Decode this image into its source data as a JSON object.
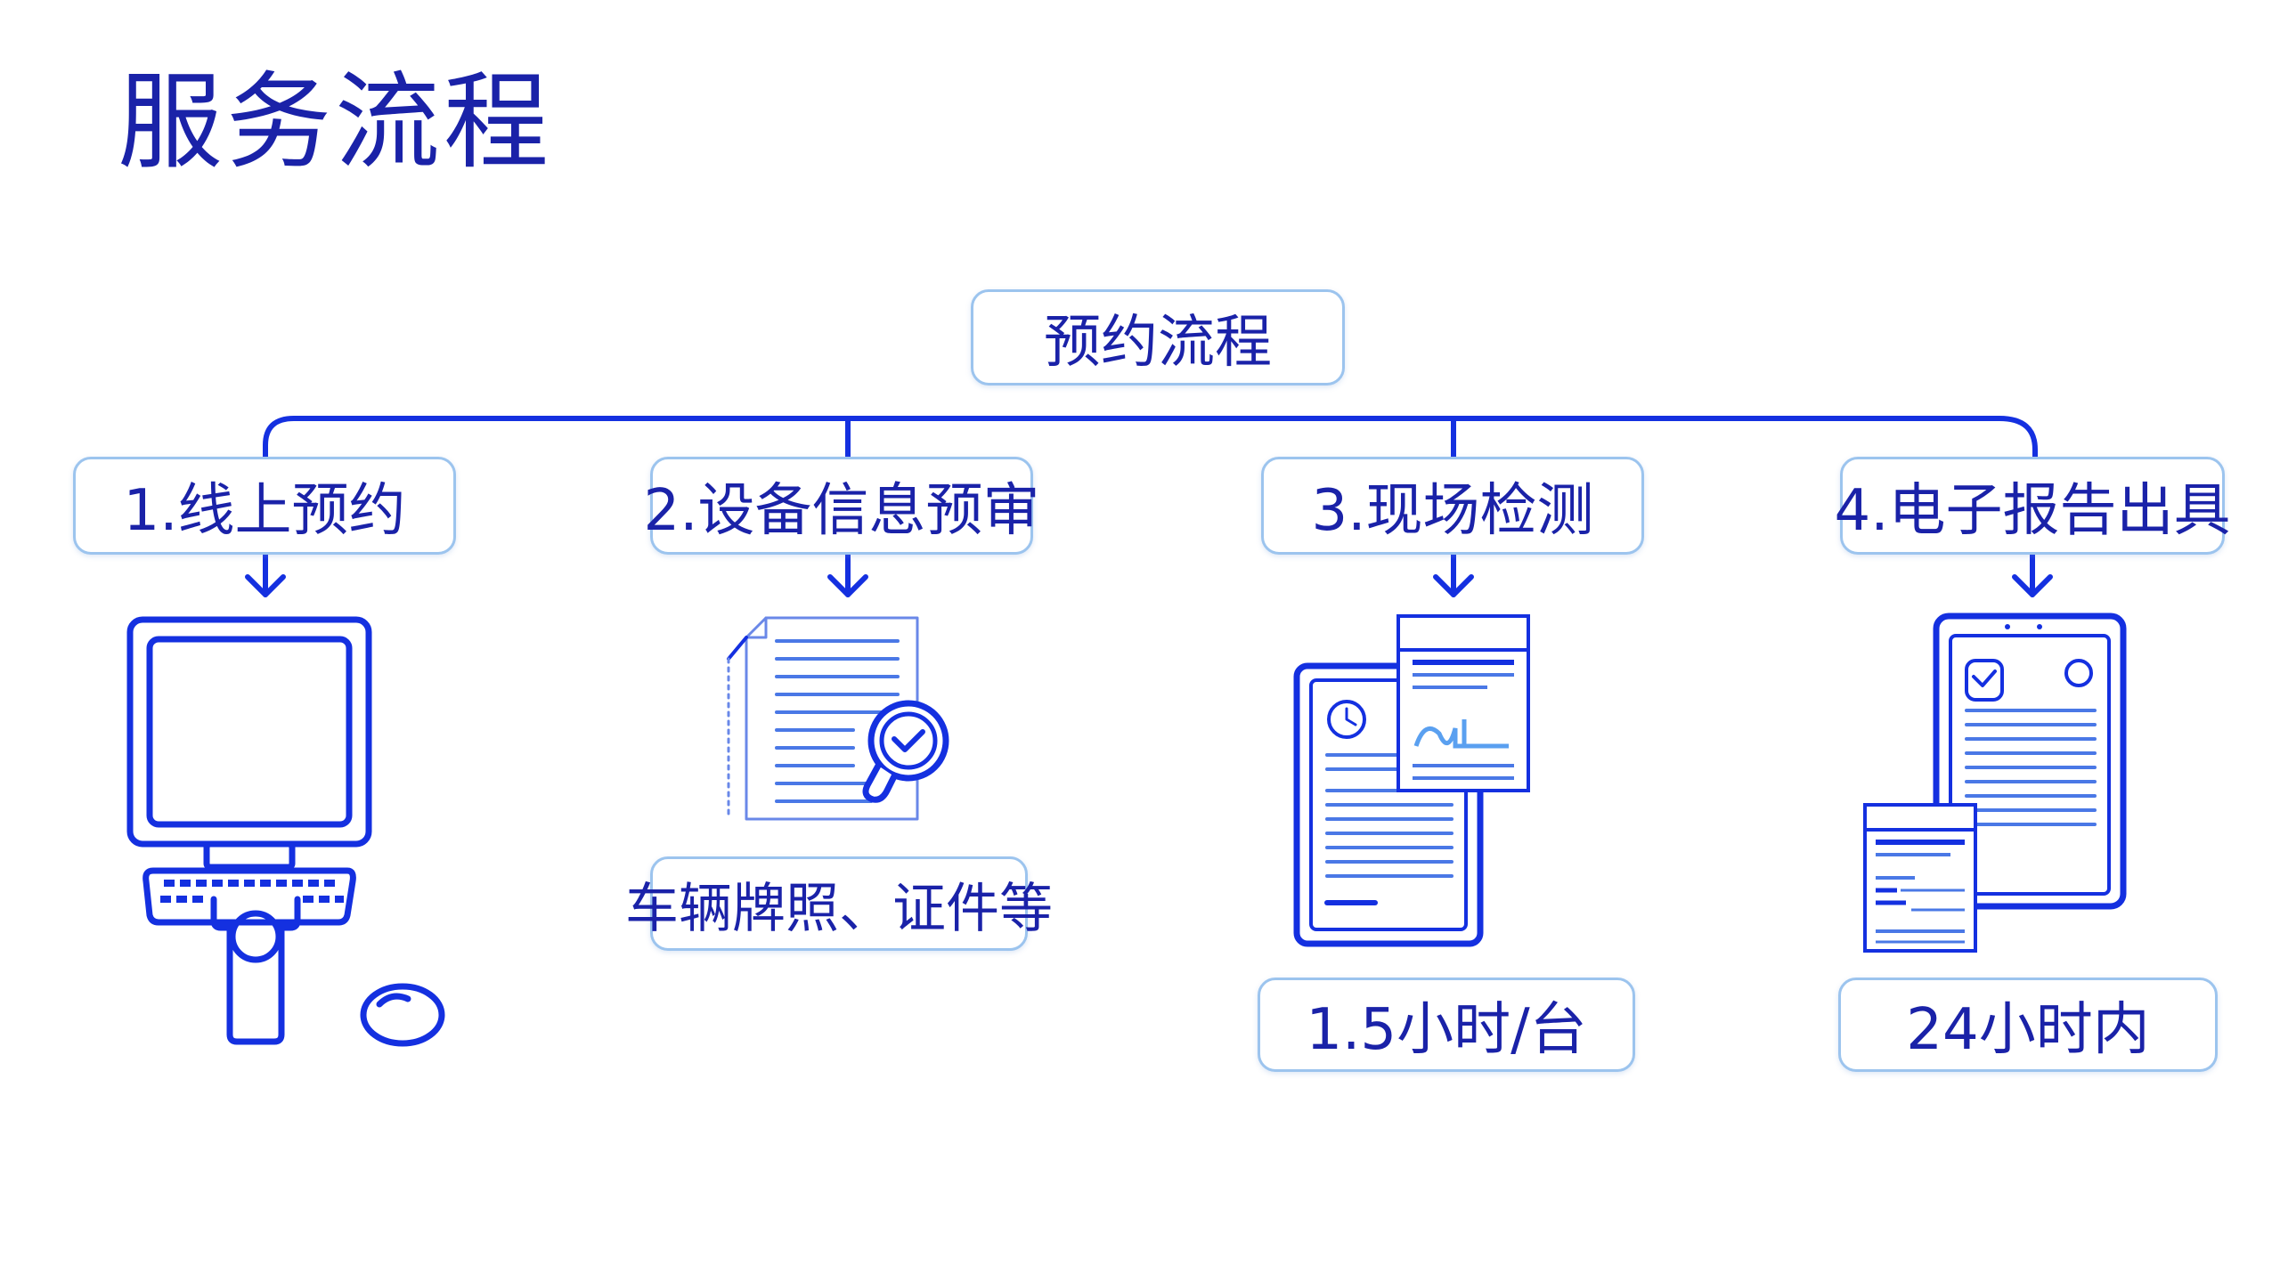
{
  "title": "服务流程",
  "root": "预约流程",
  "steps": [
    {
      "label": "1.线上预约"
    },
    {
      "label": "2.设备信息预审",
      "note": "车辆牌照、证件等"
    },
    {
      "label": "3.现场检测",
      "note": "1.5小时/台"
    },
    {
      "label": "4.电子报告出具",
      "note": "24小时内"
    }
  ],
  "colors": {
    "primary": "#1a22a8",
    "line": "#1430e0",
    "box_border": "#9cc4ee",
    "accent_light": "#5aa0f0"
  }
}
